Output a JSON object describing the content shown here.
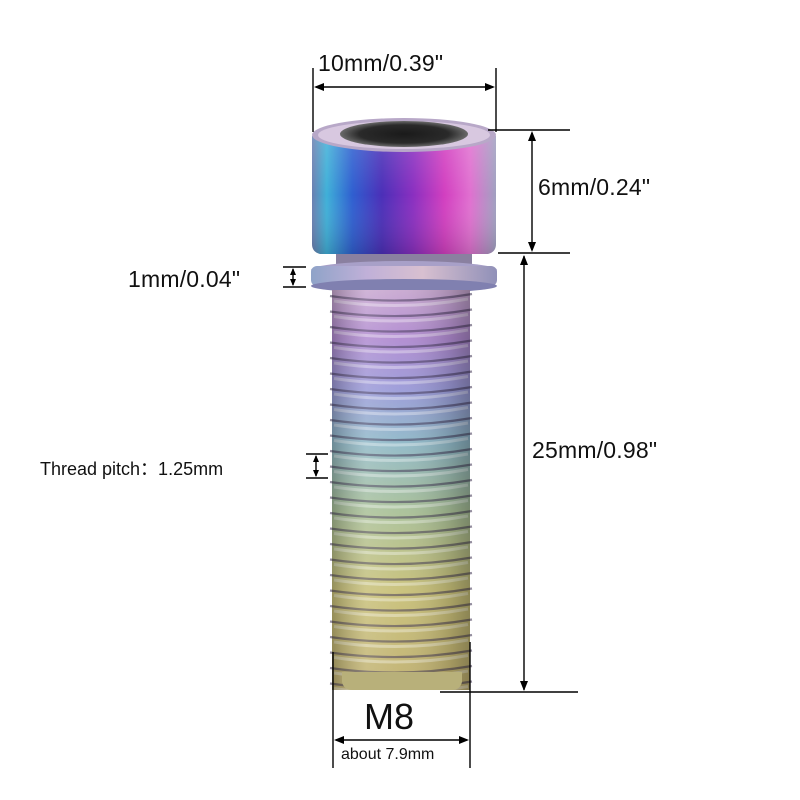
{
  "labels": {
    "head_width": "10mm/0.39\"",
    "head_height": "6mm/0.24\"",
    "washer_thickness": "1mm/0.04\"",
    "thread_pitch": "Thread pitch：1.25mm",
    "shank_length": "25mm/0.98\"",
    "thread_size": "M8",
    "thread_diameter": "about 7.9mm"
  },
  "colors": {
    "background": "#ffffff",
    "dimension_line": "#000000",
    "text": "#111111"
  },
  "illustration": {
    "subject": "titanium-socket-head-cap-screw",
    "finish": "rainbow-anodized"
  }
}
